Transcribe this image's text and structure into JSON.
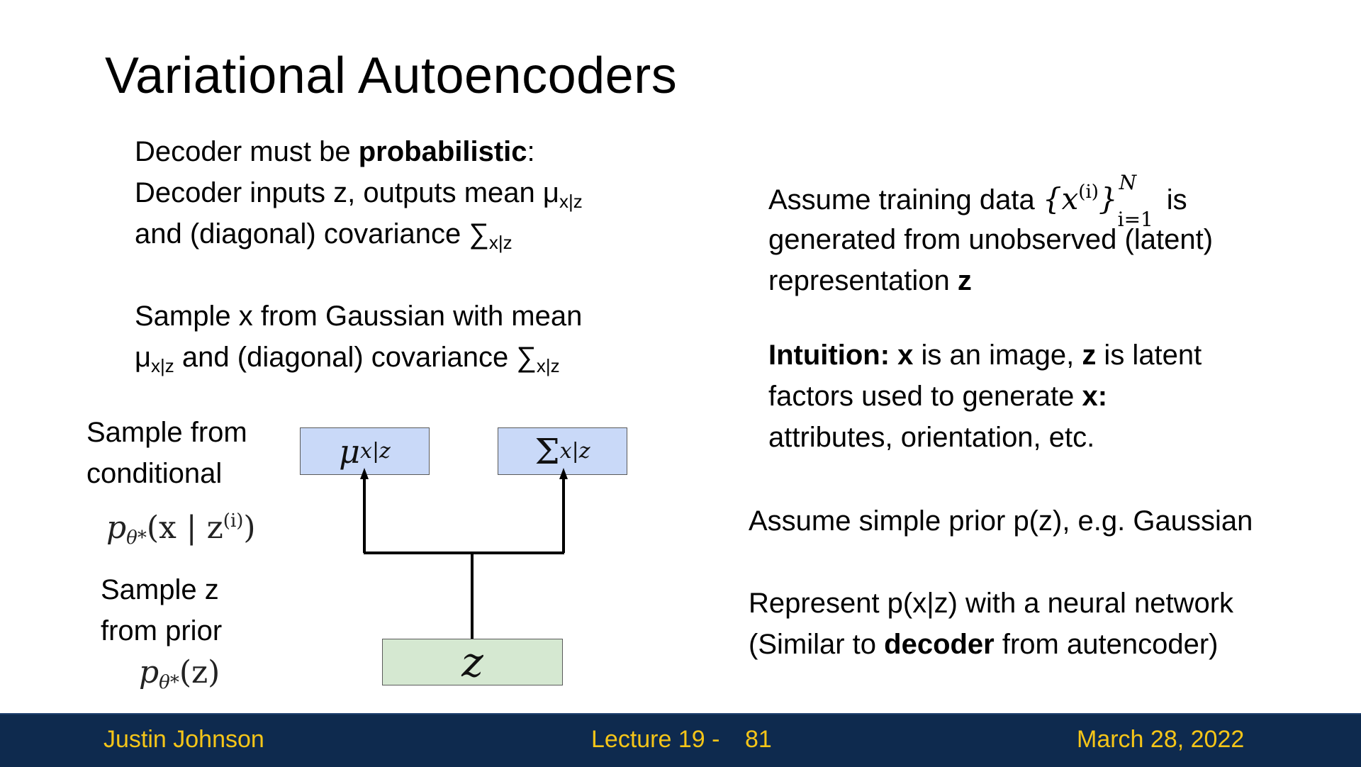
{
  "slide": {
    "title": "Variational Autoencoders",
    "left_text": {
      "line1_a": "Decoder must be ",
      "line1_bold": "probabilistic",
      "line1_b": ":",
      "line2_a": "Decoder inputs z, outputs mean μ",
      "line2_sub": "x|z",
      "line3_a": "and (diagonal) covariance ∑",
      "line3_sub": "x|z",
      "line4": "Sample x from Gaussian with mean",
      "line5_a": "μ",
      "line5_sub1": "x|z",
      "line5_b": " and (diagonal) covariance ∑",
      "line5_sub2": "x|z"
    },
    "diagram": {
      "cond_label_1": "Sample from",
      "cond_label_2": "conditional",
      "cond_formula": "p",
      "cond_formula_sub": "θ*",
      "cond_formula_rest": "(x | z",
      "cond_formula_sup": "(i)",
      "cond_formula_end": ")",
      "prior_label_1": "Sample z",
      "prior_label_2": "from prior",
      "prior_formula": "p",
      "prior_formula_sub": "θ*",
      "prior_formula_rest": "(z)",
      "mu_box": "μ",
      "mu_box_sub": "x|z",
      "sigma_box": "Σ",
      "sigma_box_sub": "x|z",
      "z_box": "z"
    },
    "right_text": {
      "r1_a": "Assume training data ",
      "r1_formula": "{x",
      "r1_sup": "(i)",
      "r1_close": "}",
      "r1_upper": "N",
      "r1_lower": "i=1",
      "r1_b": " is",
      "r2": "generated from unobserved (latent)",
      "r3_a": "representation ",
      "r3_bold": "z",
      "r4_bold": "Intuition:",
      "r4_b": " ",
      "r4_bold2": "x",
      "r4_c": " is an image, ",
      "r4_bold3": "z",
      "r4_d": " is latent",
      "r5_a": "factors used to generate ",
      "r5_bold": "x:",
      "r6": "attributes, orientation, etc.",
      "r7": "Assume simple prior p(z), e.g. Gaussian",
      "r8": "Represent p(x|z) with a neural network",
      "r9_a": "(Similar to ",
      "r9_bold": "decoder",
      "r9_b": " from autencoder)"
    },
    "footer": {
      "author": "Justin Johnson",
      "lecture": "Lecture 19 -",
      "page": "81",
      "date": "March 28, 2022"
    }
  }
}
